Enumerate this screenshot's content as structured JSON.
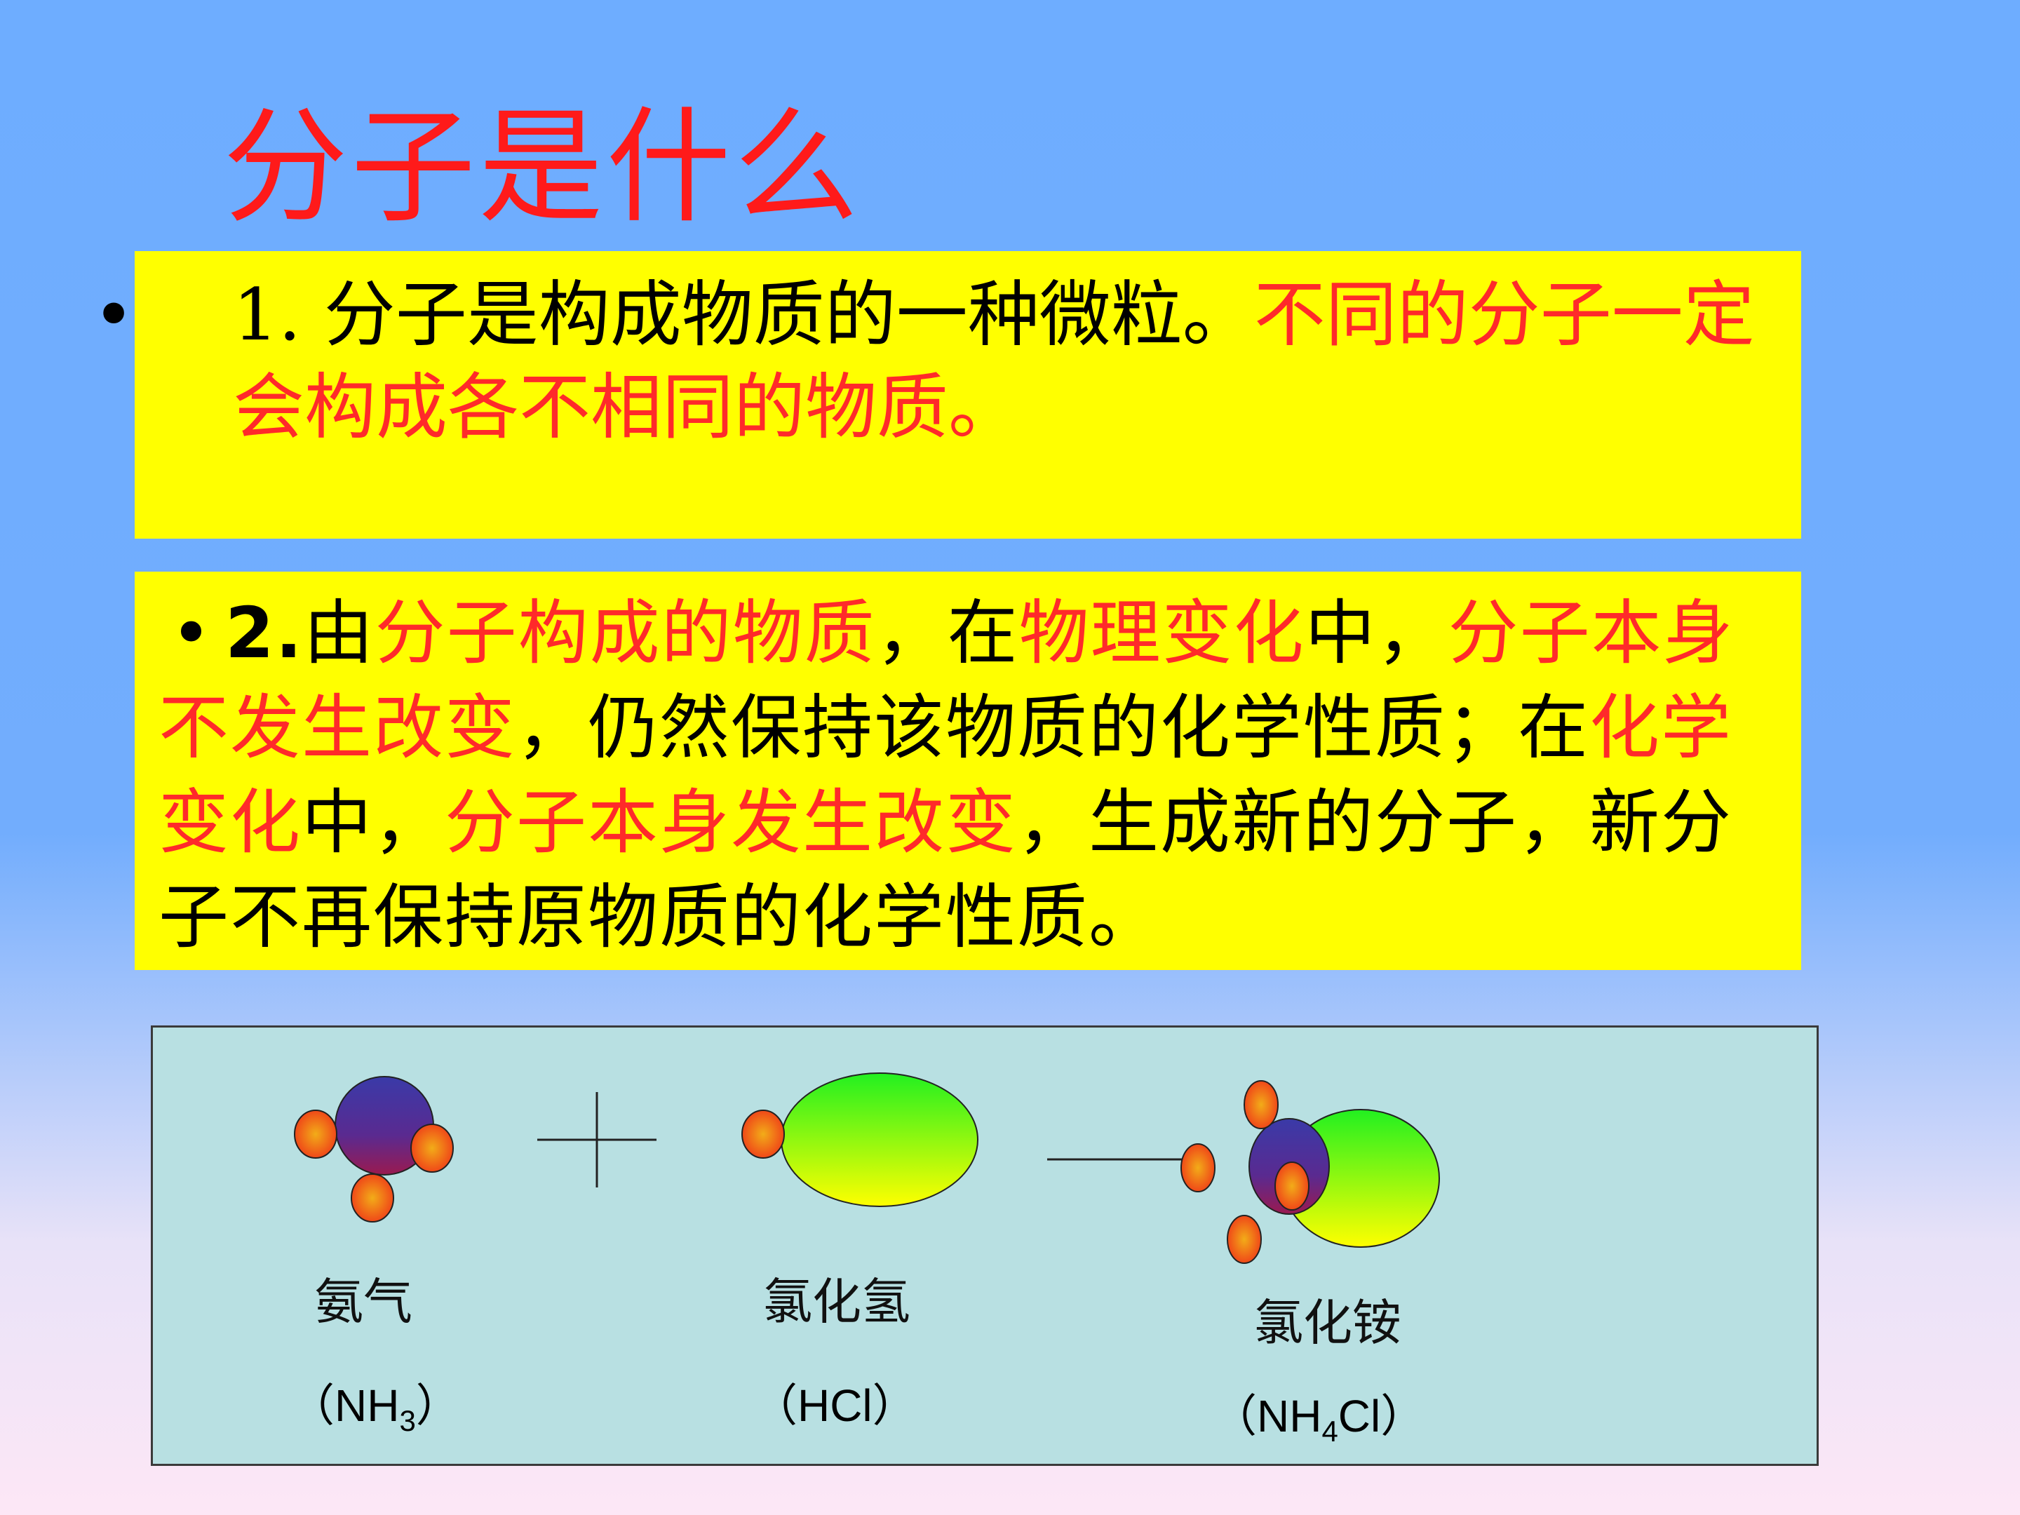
{
  "title": "分子是什么",
  "point1": {
    "bullet": "•",
    "black": "1. 分子是构成物质的一种微粒。",
    "red": "不同的分子一定会构成各不相同的物质。"
  },
  "point2": {
    "bullet": "•",
    "num": "2.",
    "s1": "由",
    "s2": "分子构成的物质",
    "s3": "，在",
    "s4": "物理变化",
    "s5": "中，",
    "s6": "分子本身不发生改变",
    "s7": "，仍然保持该物质的化学性质；在",
    "s8": "化学变化",
    "s9": "中，",
    "s10": "分子本身发生改变",
    "s11": "，生成新的分子，新分子不再保持原物质的化学性质。"
  },
  "reaction": {
    "nh3_name": "氨气",
    "nh3_formula_open": "（NH",
    "nh3_formula_sub": "3",
    "nh3_formula_close": "）",
    "plus": "+",
    "hcl_name": "氯化氢",
    "hcl_formula": "（HCl）",
    "nh4cl_name": "氯化铵",
    "nh4cl_formula_open": "（NH",
    "nh4cl_formula_sub": "4",
    "nh4cl_formula_close": "Cl）"
  },
  "colors": {
    "red_text": "#ff2a2a",
    "box_fill": "#ffff00",
    "panel_fill": "#b8e0e2",
    "n_atom": "#5a2a90",
    "h_atom": "#f07a20",
    "cl_atom": "#c8f020"
  }
}
